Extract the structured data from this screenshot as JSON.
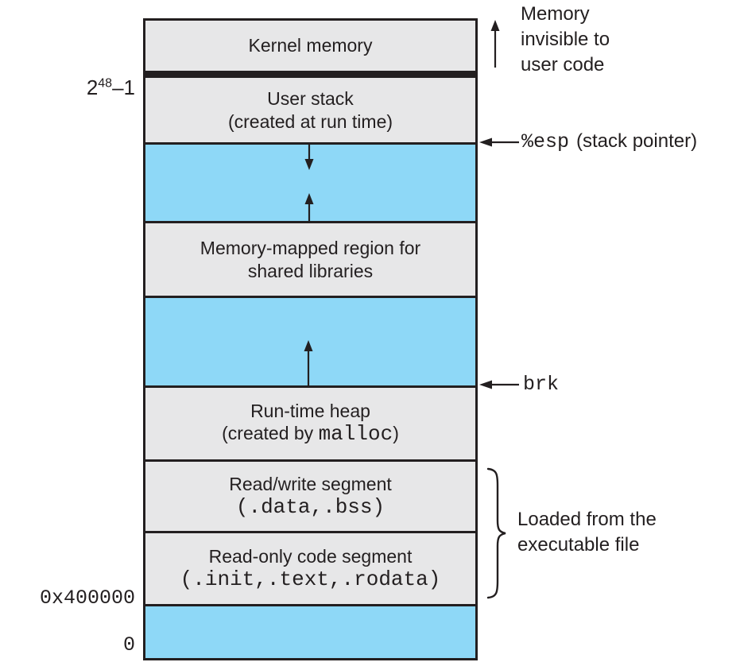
{
  "colors": {
    "line_black": "#231f20",
    "block_gray": "#e7e7e8",
    "block_blue": "#8ed8f7"
  },
  "blocks": {
    "kernel": {
      "label": "Kernel memory"
    },
    "user_stack": {
      "line1": "User stack",
      "line2": "(created at run time)"
    },
    "memory_mapped": {
      "line1": "Memory-mapped region for",
      "line2": "shared libraries"
    },
    "runtime_heap": {
      "line1": "Run-time heap",
      "line2_prefix": "(created by ",
      "line2_code": "malloc",
      "line2_suffix": ")"
    },
    "read_write": {
      "line1": "Read/write segment",
      "line2_code": "(.data,.bss)"
    },
    "read_only": {
      "line1": "Read-only code segment",
      "line2_code": "(.init,.text,.rodata)"
    }
  },
  "address_labels": {
    "top_base": "2",
    "top_sup": "48",
    "top_rest": "–1",
    "code_start": "0x400000",
    "zero": "0"
  },
  "annotations": {
    "invisible_line1": "Memory",
    "invisible_line2": "invisible to",
    "invisible_line3": "user code",
    "esp_code": "%esp",
    "esp_rest": "(stack pointer)",
    "brk_code": "brk",
    "loaded_line1": "Loaded from the",
    "loaded_line2": "executable file"
  }
}
